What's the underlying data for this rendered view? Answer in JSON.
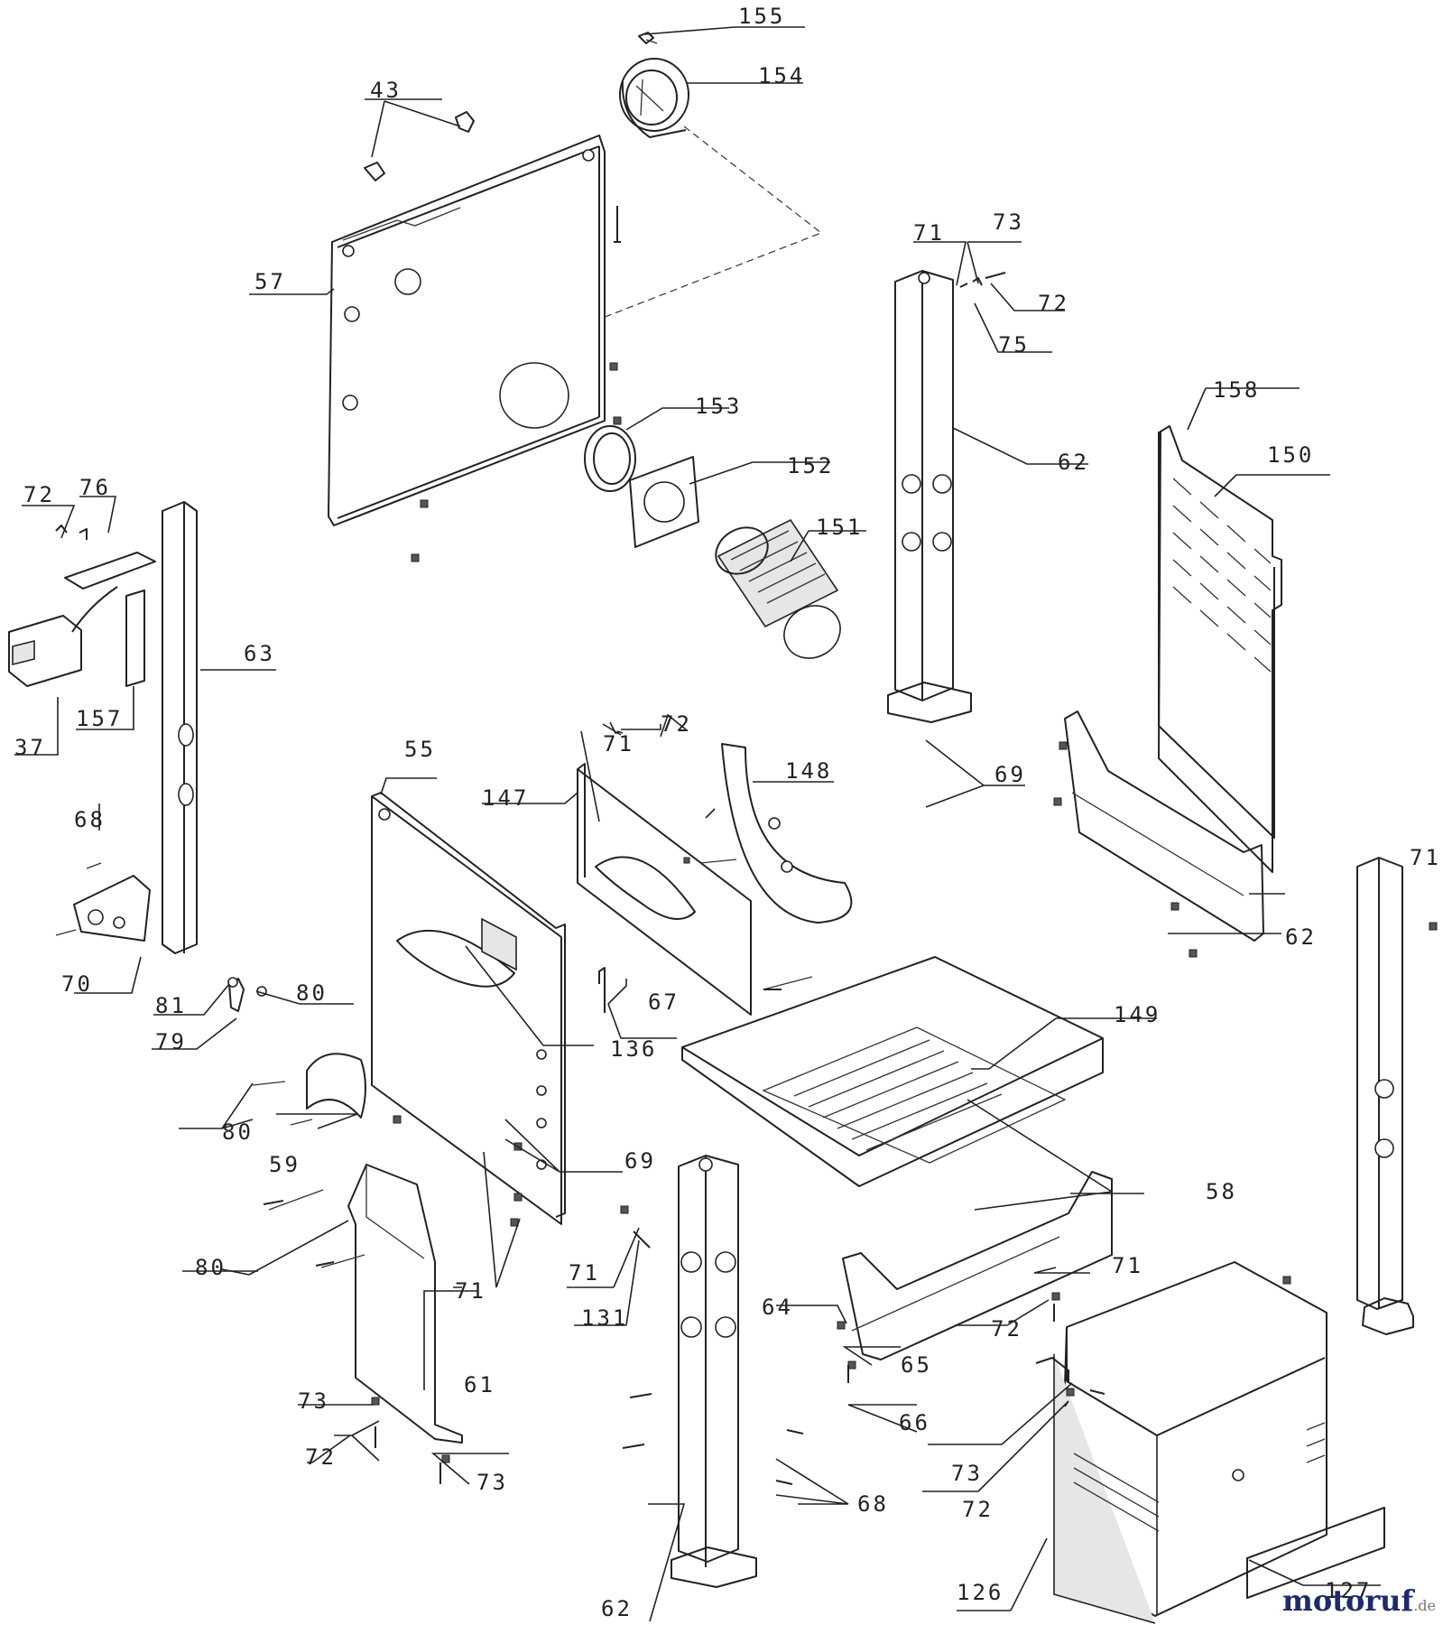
{
  "callouts": [
    "155",
    "154",
    "43",
    "57",
    "71",
    "73",
    "72",
    "75",
    "62",
    "153",
    "158",
    "150",
    "152",
    "72",
    "76",
    "151",
    "63",
    "157",
    "37",
    "55",
    "71",
    "72",
    "148",
    "147",
    "69",
    "68",
    "70",
    "81",
    "80",
    "79",
    "67",
    "136",
    "149",
    "62",
    "71",
    "80",
    "59",
    "69",
    "58",
    "71",
    "80",
    "71",
    "131",
    "71",
    "64",
    "72",
    "65",
    "61",
    "66",
    "73",
    "72",
    "73",
    "68",
    "73",
    "72",
    "62",
    "126",
    "127"
  ],
  "watermark": {
    "name": "motoruf",
    "tld": ".de"
  }
}
